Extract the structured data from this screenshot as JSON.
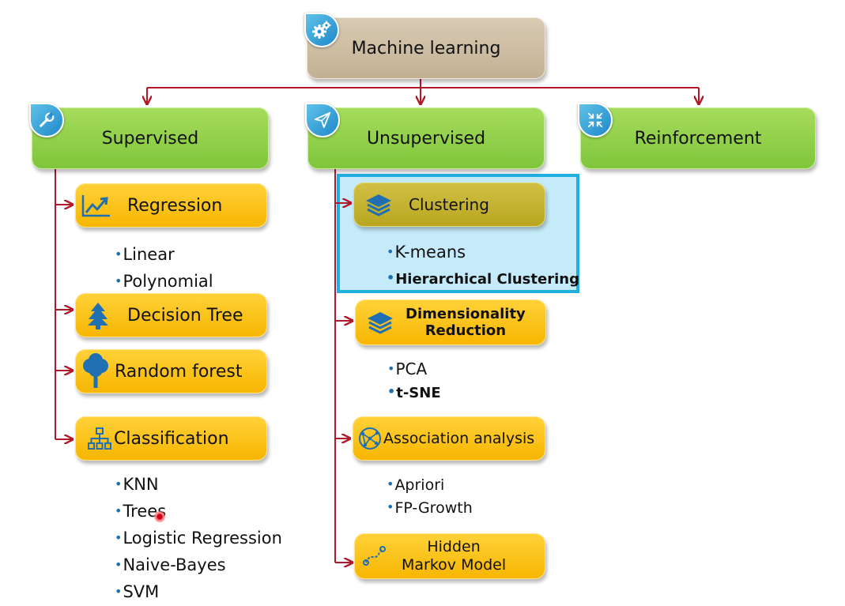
{
  "root": {
    "label": "Machine learning",
    "icon": "gears-icon"
  },
  "categories": {
    "supervised": {
      "label": "Supervised",
      "icon": "wrench-icon"
    },
    "unsupervised": {
      "label": "Unsupervised",
      "icon": "paper-plane-icon"
    },
    "reinforcement": {
      "label": "Reinforcement",
      "icon": "compress-arrows-icon"
    }
  },
  "supervised_nodes": {
    "regression": {
      "label": "Regression",
      "icon": "line-chart-icon",
      "items": [
        "Linear",
        "Polynomial"
      ]
    },
    "decision_tree": {
      "label": "Decision Tree",
      "icon": "pine-tree-icon"
    },
    "random_forest": {
      "label": "Random forest",
      "icon": "tree-icon"
    },
    "classification": {
      "label": "Classification",
      "icon": "hierarchy-icon",
      "items": [
        "KNN",
        "Trees",
        "Logistic Regression",
        "Naive-Bayes",
        "SVM"
      ]
    }
  },
  "unsupervised_nodes": {
    "clustering": {
      "label": "Clustering",
      "icon": "layers-icon",
      "items": [
        "K-means",
        "Hierarchical Clustering"
      ]
    },
    "dimensionality_reduction": {
      "label_line1": "Dimensionality",
      "label_line2": "Reduction",
      "icon": "layers-icon",
      "items": [
        "PCA",
        "t-SNE"
      ]
    },
    "association_analysis": {
      "label": "Association analysis",
      "icon": "network-globe-icon",
      "items": [
        "Apriori",
        "FP-Growth"
      ]
    },
    "hidden_markov": {
      "label_line1": "Hidden",
      "label_line2": "Markov Model",
      "icon": "path-icon"
    }
  },
  "colors": {
    "connector": "#b0192a",
    "highlight_fill": "#c5ebfa",
    "highlight_border": "#1fb0df",
    "icon_blue": "#1f6fb2",
    "green": "#8fd14f",
    "orange": "#fbbf0b",
    "root": "#cbbb9f"
  }
}
